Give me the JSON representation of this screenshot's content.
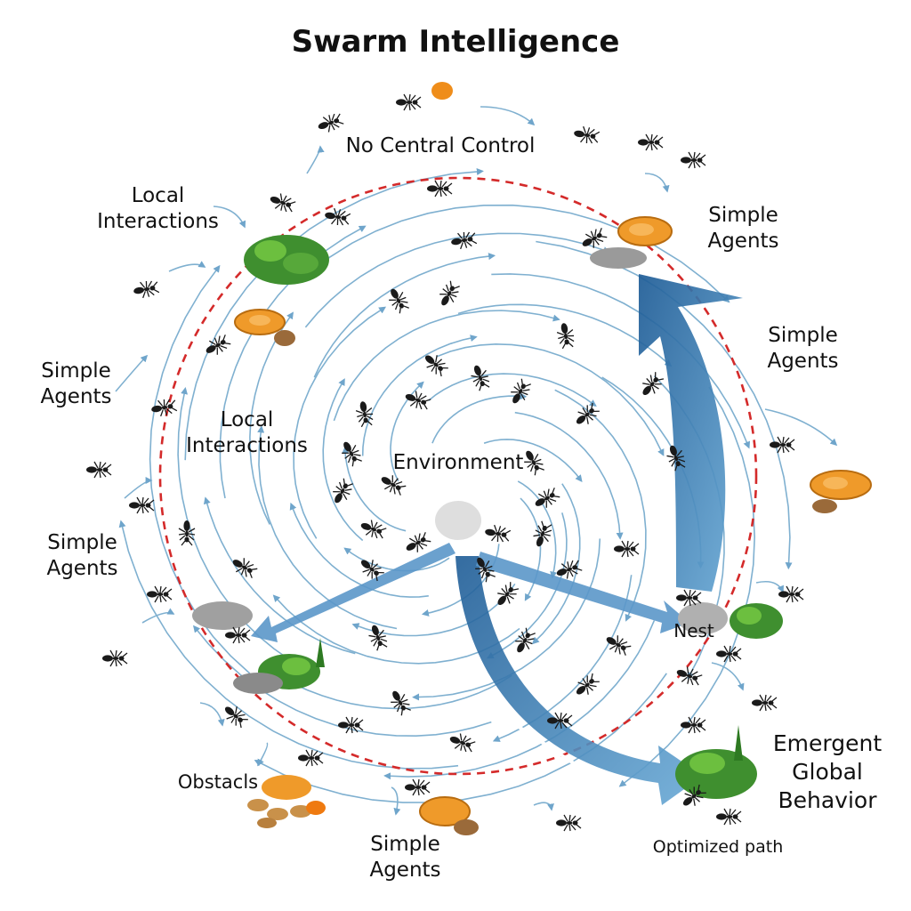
{
  "title": "Swarm Intelligence",
  "labels": {
    "no_central_control": "No Central Control",
    "local_interactions_top": "Local\nInteractions",
    "local_interactions_mid": "Local\nInteractions",
    "simple_agents_top_right": "Simple\nAgents",
    "simple_agents_right": "Simple\nAgents",
    "simple_agents_left_upper": "Simple\nAgents",
    "simple_agents_left_lower": "Simple\nAgents",
    "simple_agents_bottom": "Simple\nAgents",
    "environment": "Environment",
    "nest": "Nest",
    "obstacles": "Obstacls",
    "emergent_global_behavior": "Emergent\nGlobal\nBehavior",
    "optimized_path": "Optimized path"
  },
  "icons": {
    "ant": "ant-icon",
    "food": "food-pile-icon",
    "vegetation": "vegetation-patch-icon",
    "nest": "nest-mound-icon",
    "rocks": "rock-obstacle-icon"
  },
  "colors": {
    "flow_arrow": "#7fb0d0",
    "big_arrow": "#2f6fa8",
    "boundary": "#d42a2a",
    "ant": "#1a1a1a",
    "food": "#ef9a2a",
    "vegetation": "#3f8f2f",
    "nest": "#8a8a8a"
  }
}
